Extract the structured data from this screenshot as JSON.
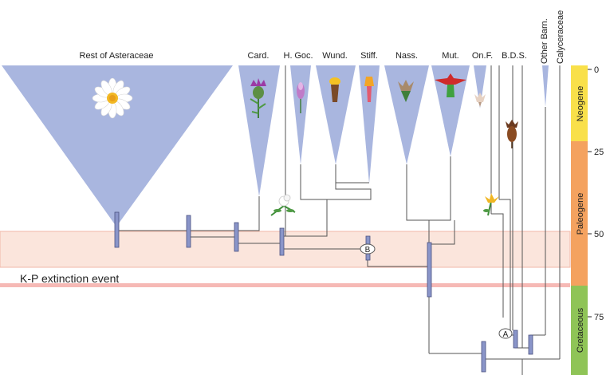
{
  "clade_labels": {
    "rest": "Rest of Asteraceae",
    "card": "Card.",
    "hgoc": "H.",
    "goc": "Goc.",
    "wund": "Wund.",
    "stiff": "Stiff.",
    "nass": "Nass.",
    "mut": "Mut.",
    "onf": "On.F.",
    "bds": "B.D.S.",
    "other_barn": "Other Barn.",
    "calyceraceae": "Calyceraceae"
  },
  "event_label": "K-P extinction event",
  "node_labels": {
    "a": "A",
    "b": "B"
  },
  "timescale": {
    "ticks": [
      "0",
      "25",
      "50",
      "75"
    ],
    "periods": [
      {
        "name": "Neogene",
        "color": "#f9e04a"
      },
      {
        "name": "Paleogene",
        "color": "#f4a25f"
      },
      {
        "name": "Cretaceous",
        "color": "#8fc457"
      }
    ]
  },
  "colors": {
    "clade_fill": "#a9b6df",
    "node_bar": "#8a95c9",
    "kp_band": "#fadcd0",
    "kp_line": "#f4a7a3",
    "branch": "#555555"
  }
}
